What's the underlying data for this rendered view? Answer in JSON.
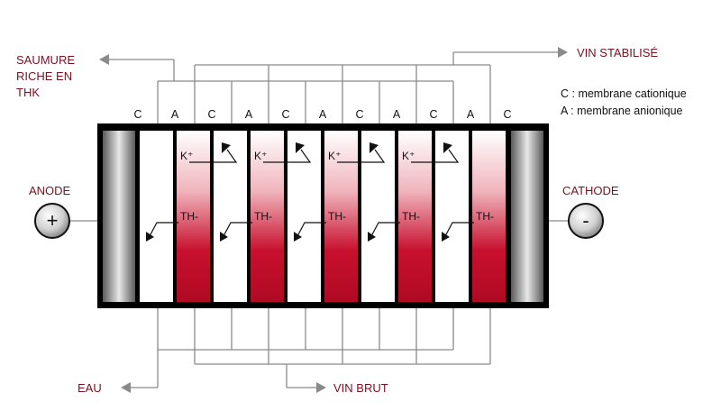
{
  "labels": {
    "saumure": [
      "SAUMURE",
      "RICHE EN",
      "THK"
    ],
    "vin_stabilise": "VIN STABILISÉ",
    "anode": "ANODE",
    "cathode": "CATHODE",
    "eau": "EAU",
    "vin_brut": "VIN BRUT"
  },
  "electrodes": {
    "anode_symbol": "+",
    "cathode_symbol": "-"
  },
  "legend": {
    "c_line": "C : membrane cationique",
    "a_line": "A : membrane anionique"
  },
  "membranes": [
    "C",
    "A",
    "C",
    "A",
    "C",
    "A",
    "C",
    "A",
    "C",
    "A",
    "C"
  ],
  "ions": {
    "cation": "K⁺",
    "anion": "TH-"
  },
  "compartments": [
    "white",
    "red",
    "white",
    "red",
    "white",
    "red",
    "white",
    "red",
    "white",
    "red"
  ],
  "colors": {
    "maroon": "#7a1020",
    "wine_red": "#c8102e",
    "frame": "#000000",
    "pipe": "#8a8a8a"
  }
}
